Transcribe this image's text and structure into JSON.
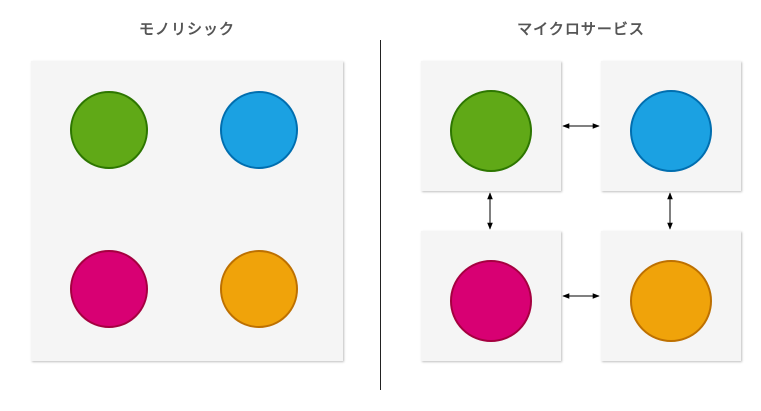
{
  "monolith": {
    "title": "モノリシック",
    "services": [
      {
        "icon": "green-circle",
        "color": "#60a917"
      },
      {
        "icon": "blue-circle",
        "color": "#1ba1e2"
      },
      {
        "icon": "pink-circle",
        "color": "#d80073"
      },
      {
        "icon": "orange-circle",
        "color": "#f0a30a"
      }
    ]
  },
  "microservices": {
    "title": "マイクロサービス",
    "services": [
      {
        "icon": "green-circle",
        "color": "#60a917"
      },
      {
        "icon": "blue-circle",
        "color": "#1ba1e2"
      },
      {
        "icon": "pink-circle",
        "color": "#d80073"
      },
      {
        "icon": "orange-circle",
        "color": "#f0a30a"
      }
    ],
    "connections": [
      {
        "from": "green",
        "to": "blue",
        "type": "bidirectional"
      },
      {
        "from": "green",
        "to": "pink",
        "type": "bidirectional"
      },
      {
        "from": "blue",
        "to": "orange",
        "type": "bidirectional"
      },
      {
        "from": "pink",
        "to": "orange",
        "type": "bidirectional"
      }
    ]
  },
  "colors": {
    "box_background": "#f5f5f5",
    "title_text": "#555555",
    "divider": "#222222"
  }
}
